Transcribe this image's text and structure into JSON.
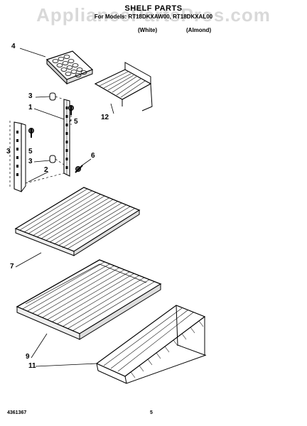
{
  "header": {
    "title": "SHELF PARTS",
    "models": "For Models: RT18DKXAW00, RT18DKXAL00",
    "color_1": "(White)",
    "color_2": "(Almond)"
  },
  "watermark": "AppliancePartsPros.com",
  "callouts": {
    "c1": "1",
    "c2": "2",
    "c3a": "3",
    "c3b": "3",
    "c3c": "3",
    "c4": "4",
    "c5a": "5",
    "c5b": "5",
    "c6": "6",
    "c7": "7",
    "c9": "9",
    "c11": "11",
    "c12": "12"
  },
  "footer": {
    "doc_number": "4361367",
    "page_number": "5"
  },
  "colors": {
    "line": "#000000",
    "watermark": "#9a9a9a"
  }
}
